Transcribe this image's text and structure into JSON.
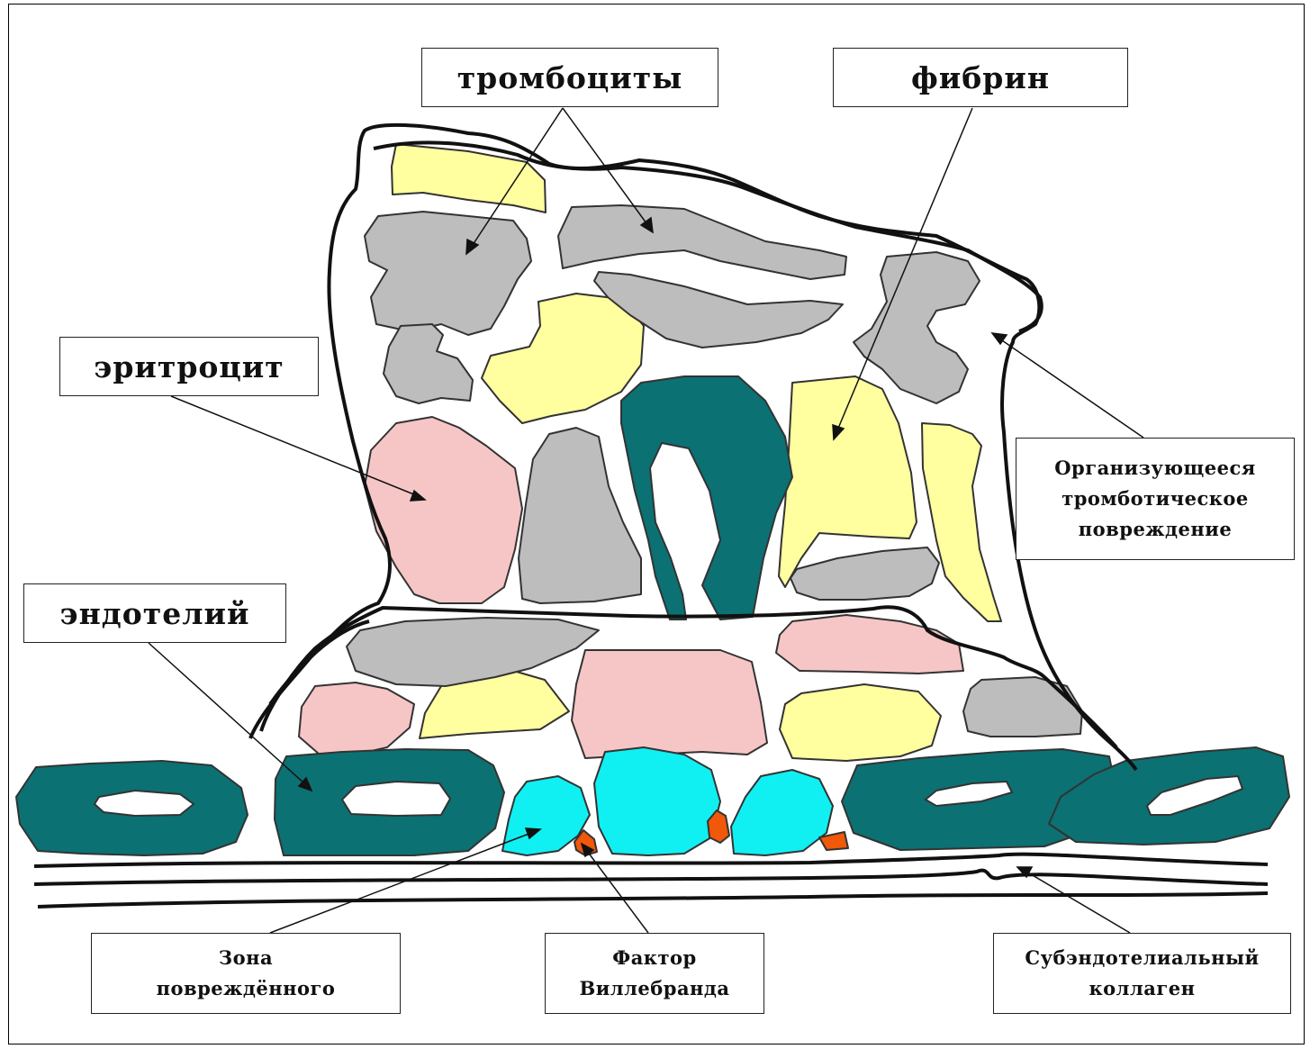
{
  "labels": {
    "platelets": "тромбоциты",
    "fibrin": "фибрин",
    "erythrocyte": "эритроцит",
    "endothelium": "эндотелий",
    "organizing_lesion": "Организующееся\nтромботическое\nповреждение",
    "damaged_zone": "Зона\nповреждённого",
    "von_willebrand": "Фактор\nВиллебранда",
    "subendothelial_collagen": "Субэндотелиальный\nколлаген"
  },
  "colors": {
    "platelet_gray": "#bdbdbd",
    "fibrin_yellow": "#ffff9f",
    "erythrocyte_pink": "#f6c6c6",
    "endothelium_teal": "#0b7173",
    "damaged_cyan": "#10f0f2",
    "vwf_orange": "#f0580a",
    "outline": "#111111"
  }
}
